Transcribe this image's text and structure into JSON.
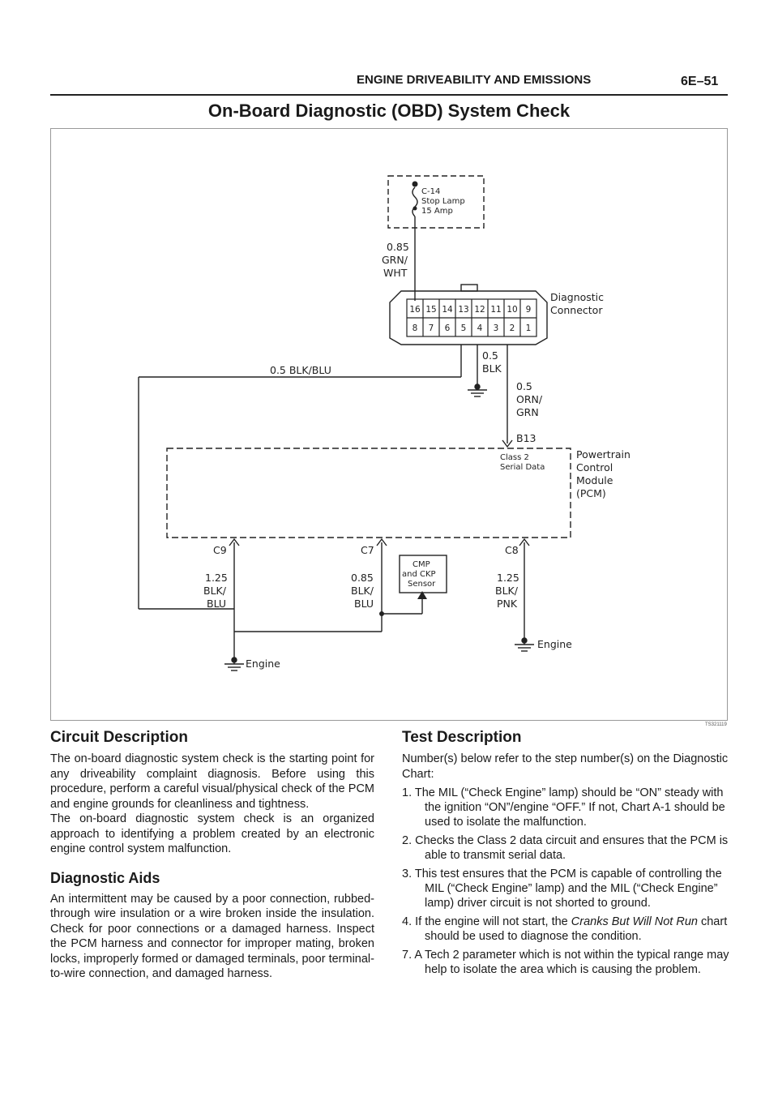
{
  "header": {
    "section": "ENGINE DRIVEABILITY AND EMISSIONS",
    "page": "6E–51"
  },
  "title": "On-Board Diagnostic (OBD) System Check",
  "figure": {
    "id": "TS321119",
    "fuse": {
      "line1": "C-14",
      "line2": "Stop Lamp",
      "line3": "15 Amp"
    },
    "wire_grn": {
      "l1": "0.85",
      "l2": "GRN/",
      "l3": "WHT"
    },
    "connector": {
      "l1": "Diagnostic",
      "l2": "Connector",
      "top_pins": [
        "16",
        "15",
        "14",
        "13",
        "12",
        "11",
        "10",
        "9"
      ],
      "bottom_pins": [
        "8",
        "7",
        "6",
        "5",
        "4",
        "3",
        "2",
        "1"
      ]
    },
    "wire_blkblu": "0.5 BLK/BLU",
    "wire_blk": {
      "l1": "0.5",
      "l2": "BLK"
    },
    "wire_orn": {
      "l1": "0.5",
      "l2": "ORN/",
      "l3": "GRN"
    },
    "b13": "B13",
    "class2": {
      "l1": "Class 2",
      "l2": "Serial Data"
    },
    "pcm": {
      "l1": "Powertrain",
      "l2": "Control",
      "l3": "Module",
      "l4": "(PCM)"
    },
    "c9": "C9",
    "c7": "C7",
    "c8": "C8",
    "w_c9": {
      "l1": "1.25",
      "l2": "BLK/",
      "l3": "BLU"
    },
    "w_c7": {
      "l1": "0.85",
      "l2": "BLK/",
      "l3": "BLU"
    },
    "w_c8": {
      "l1": "1.25",
      "l2": "BLK/",
      "l3": "PNK"
    },
    "sensor": {
      "l1": "CMP",
      "l2": "and CKP",
      "l3": "Sensor"
    },
    "engine1": "Engine",
    "engine2": "Engine"
  },
  "circuit": {
    "heading": "Circuit Description",
    "p1": "The on-board diagnostic system check is the starting point for any driveability complaint diagnosis.  Before using this procedure, perform a careful visual/physical check of the PCM and engine grounds for cleanliness and tightness.",
    "p2": "The on-board diagnostic system check is an organized approach to identifying a problem created by an electronic engine control system malfunction."
  },
  "aids": {
    "heading": "Diagnostic Aids",
    "p1": "An intermittent may be caused by a poor connection, rubbed-through wire insulation or a wire broken inside the insulation.  Check for poor connections or a damaged harness.  Inspect the PCM harness and connector for improper mating, broken locks, improperly formed or damaged terminals, poor terminal-to-wire connection, and damaged harness."
  },
  "test": {
    "heading": "Test Description",
    "intro": "Number(s) below refer to the step number(s) on the Diagnostic Chart:",
    "s1": "1. The MIL (“Check Engine” lamp) should be “ON” steady with the ignition “ON”/engine “OFF.”  If not, Chart A-1 should be used to isolate the malfunction.",
    "s2": "2. Checks the Class 2 data circuit and ensures that the PCM is able to transmit serial data.",
    "s3": "3. This test ensures that the PCM is capable of controlling the MIL (“Check Engine” lamp) and the MIL (“Check Engine” lamp) driver circuit is not shorted to ground.",
    "s4_pre": "4. If the engine will not start, the ",
    "s4_italic": "Cranks But Will Not Run",
    "s4_post": " chart should be used to diagnose the condition.",
    "s7": "7. A Tech 2 parameter which is not within the typical range may help to isolate the area which is causing the problem."
  }
}
